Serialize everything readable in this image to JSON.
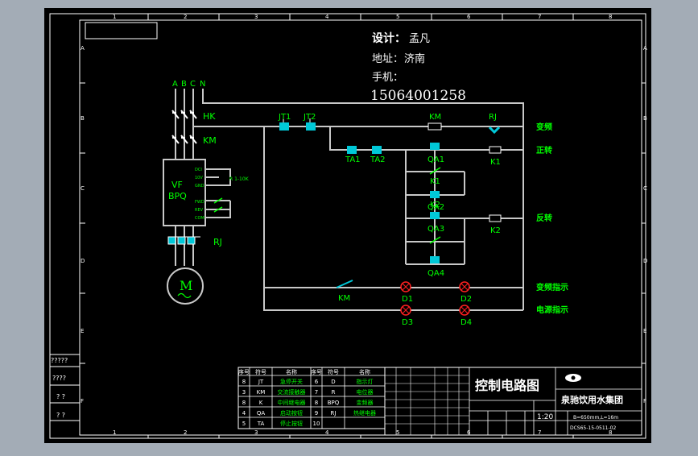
{
  "colors": {
    "background": "#000000",
    "outer_bg": "#a3acb6",
    "frame": "#ffffff",
    "wire": "#c8c8c8",
    "label_green": "#00ff00",
    "contact_cyan": "#00c8d8",
    "lamp_red": "#ff2020",
    "title_white": "#ffffff"
  },
  "designer": {
    "design_label": "设计：",
    "design_name": "孟凡",
    "address_label": "地址：",
    "address_value": "济南",
    "phone_label": "手机：",
    "phone_number": "15064001258"
  },
  "border": {
    "col_numbers": [
      "1",
      "2",
      "3",
      "4",
      "5",
      "6",
      "7",
      "8"
    ],
    "row_letters": [
      "A",
      "B",
      "C",
      "D",
      "E",
      "F"
    ]
  },
  "power": {
    "phases": [
      "A",
      "B",
      "C",
      "N"
    ],
    "breaker": "HK",
    "contactor": "KM",
    "vfd_line1": "VF",
    "vfd_line2": "BPQ",
    "vfd_terms_top": [
      "DCI",
      "10V",
      "GND"
    ],
    "vfd_terms_bottom": [
      "FWD",
      "REV",
      "COM"
    ],
    "pot_label": "R 1-10K",
    "relay": "RJ",
    "motor": "M"
  },
  "control": {
    "jt1": "JT1",
    "jt2": "JT2",
    "km_coil": "KM",
    "rj_contact": "RJ",
    "ta1": "TA1",
    "ta2": "TA2",
    "qa1": "QA1",
    "k1a": "K1",
    "qa2": "QA2",
    "k1b": "K1",
    "k2a": "K2",
    "qa3": "QA3",
    "k2b": "K2",
    "qa4": "QA4",
    "km_contact": "KM",
    "d1": "D1",
    "d2": "D2",
    "d3": "D3",
    "d4": "D4",
    "right_labels": [
      "变频",
      "正转",
      "反转",
      "变频指示",
      "电源指示"
    ]
  },
  "legend": {
    "headers": [
      "序号",
      "符号",
      "名称",
      "序号",
      "符号",
      "名称"
    ],
    "rows": [
      [
        "8",
        "JT",
        "急停开关",
        "6",
        "D",
        "指示灯"
      ],
      [
        "3",
        "KM",
        "交流接触器",
        "7",
        "R",
        "电位器"
      ],
      [
        "8",
        "K",
        "中间继电器",
        "8",
        "BPQ",
        "变频器"
      ],
      [
        "4",
        "QA",
        "启动按钮",
        "9",
        "RJ",
        "热继电器"
      ],
      [
        "5",
        "TA",
        "停止按钮",
        "10",
        "",
        ""
      ]
    ]
  },
  "title_block": {
    "drawing_title": "控制电路图",
    "company": "泉驰饮用水集团",
    "scale": "1:20",
    "spec": "B=650mm,L=16m",
    "drawing_no": "DCS65-15-0511-02",
    "left_marks": [
      "?????",
      "????",
      "? ?",
      "? ?"
    ]
  }
}
